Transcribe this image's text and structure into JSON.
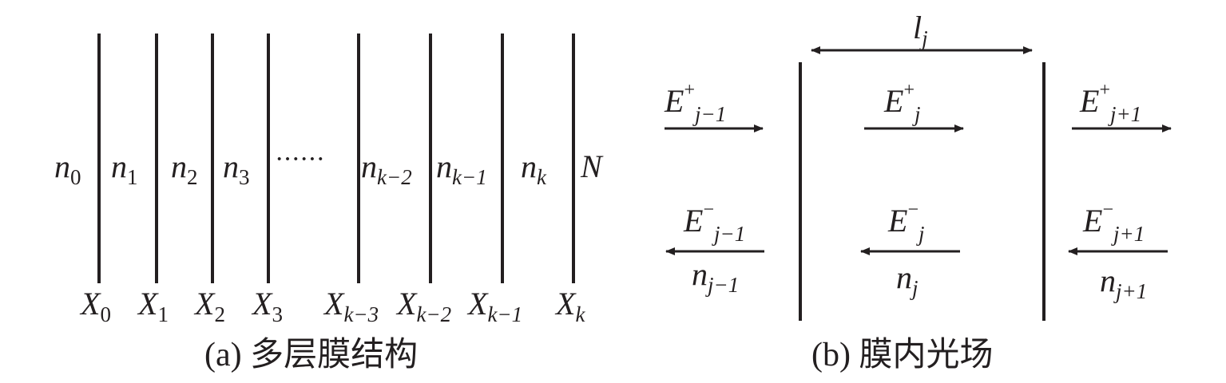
{
  "panel_a": {
    "caption": "(a) 多层膜结构",
    "media": [
      {
        "base": "n",
        "sub": "0"
      },
      {
        "base": "n",
        "sub": "1"
      },
      {
        "base": "n",
        "sub": "2"
      },
      {
        "base": "n",
        "sub": "3"
      },
      {
        "base": "n",
        "sub": "k−2"
      },
      {
        "base": "n",
        "sub": "k−1"
      },
      {
        "base": "n",
        "sub": "k"
      },
      {
        "base": "N",
        "sub": ""
      }
    ],
    "ellipsis": "······",
    "interfaces": [
      {
        "base": "X",
        "sub": "0"
      },
      {
        "base": "X",
        "sub": "1"
      },
      {
        "base": "X",
        "sub": "2"
      },
      {
        "base": "X",
        "sub": "3"
      },
      {
        "base": "X",
        "sub": "k−3"
      },
      {
        "base": "X",
        "sub": "k−2"
      },
      {
        "base": "X",
        "sub": "k−1"
      },
      {
        "base": "X",
        "sub": "k"
      }
    ]
  },
  "panel_b": {
    "caption": "(b) 膜内光场",
    "thickness": {
      "base": "l",
      "sub": "j"
    },
    "forward_fields": [
      {
        "base": "E",
        "sup": "+",
        "sub": "j−1"
      },
      {
        "base": "E",
        "sup": "+",
        "sub": "j"
      },
      {
        "base": "E",
        "sup": "+",
        "sub": "j+1"
      }
    ],
    "backward_fields": [
      {
        "base": "E",
        "sup": "−",
        "sub": "j−1"
      },
      {
        "base": "E",
        "sup": "−",
        "sub": "j"
      },
      {
        "base": "E",
        "sup": "−",
        "sub": "j+1"
      }
    ],
    "indices": [
      {
        "base": "n",
        "sub": "j−1"
      },
      {
        "base": "n",
        "sub": "j"
      },
      {
        "base": "n",
        "sub": "j+1"
      }
    ]
  }
}
